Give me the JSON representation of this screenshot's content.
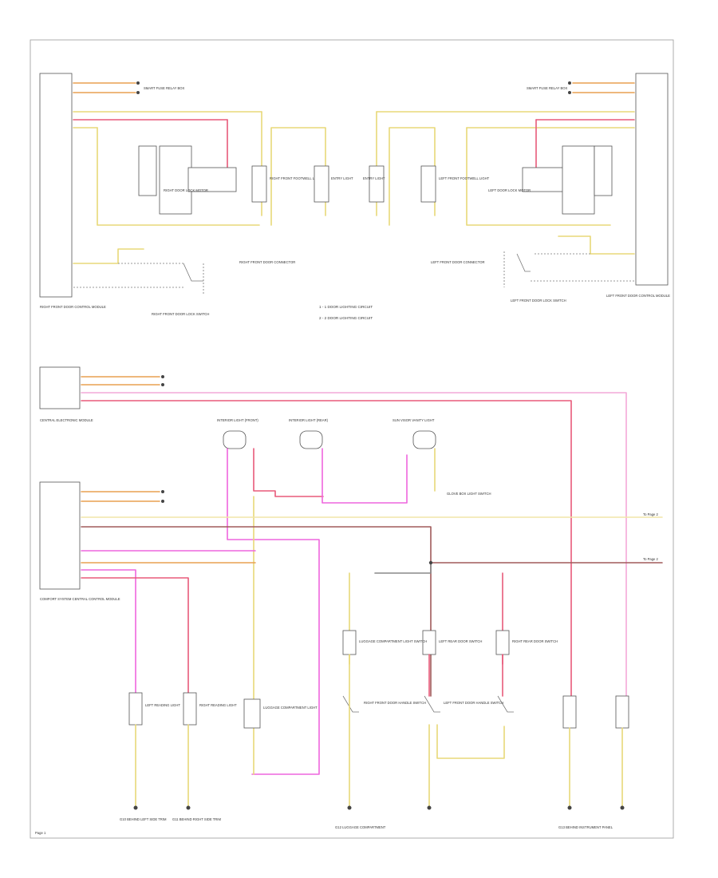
{
  "diagram": {
    "page_label": "Page 1",
    "notes": [
      "1 - 1 DOOR LIGHTING CIRCUIT",
      "2 - 2 DOOR LIGHTING CIRCUIT"
    ],
    "wire_colors": {
      "orange": "#e8a050",
      "yellow": "#e8d878",
      "red": "#e85a7a",
      "pink": "#ee66dd",
      "light_pink": "#f4a8d8",
      "brown": "#a05a5a",
      "gray": "#888888",
      "light_yellow": "#f0e6a8"
    },
    "labels": {
      "left_module": "RIGHT FRONT DOOR CONTROL MODULE",
      "right_module": "LEFT FRONT DOOR CONTROL MODULE",
      "left_switch": "RIGHT FRONT DOOR LOCK SWITCH",
      "right_switch": "LEFT FRONT DOOR LOCK SWITCH",
      "left_motor": "RIGHT DOOR LOCK MOTOR",
      "right_motor": "LEFT DOOR LOCK MOTOR",
      "left_light": "RIGHT FRONT FOOTWELL LIGHT",
      "right_light": "LEFT FRONT FOOTWELL LIGHT",
      "left_entry": "ENTRY LIGHT",
      "right_entry": "ENTRY LIGHT",
      "switch_left_lower": "RIGHT FRONT DOOR HANDLE SWITCH",
      "switch_right_lower": "LEFT FRONT DOOR HANDLE SWITCH",
      "left_connector": "RIGHT FRONT DOOR CONNECTOR",
      "right_connector": "LEFT FRONT DOOR CONNECTOR",
      "fuse_top_left": "SMART FUSE RELAY BOX",
      "fuse_top_right": "SMART FUSE RELAY BOX",
      "central_module": "CENTRAL ELECTRONIC MODULE",
      "body_module": "COMFORT SYSTEM CENTRAL CONTROL MODULE",
      "interior_light_1": "INTERIOR LIGHT (FRONT)",
      "interior_light_2": "INTERIOR LIGHT (REAR)",
      "luggage_light": "LUGGAGE COMPARTMENT LIGHT",
      "vanity_light": "SUN VISOR VANITY LIGHT",
      "ground_1": "G10 BEHIND LEFT SIDE TRIM",
      "ground_2": "G11 BEHIND RIGHT SIDE TRIM",
      "ground_3": "G12 LUGGAGE COMPARTMENT",
      "ground_4": "G13 BEHIND INSTRUMENT PANEL",
      "glove_switch": "GLOVE BOX LIGHT SWITCH",
      "trunk_switch": "LUGGAGE COMPARTMENT LIGHT SWITCH",
      "left_mirror": "LEFT REAR DOOR SWITCH",
      "right_mirror": "RIGHT REAR DOOR SWITCH",
      "reading_light_l": "LEFT READING LIGHT",
      "reading_light_r": "RIGHT READING LIGHT",
      "connector_ref": "To Page 2"
    }
  }
}
